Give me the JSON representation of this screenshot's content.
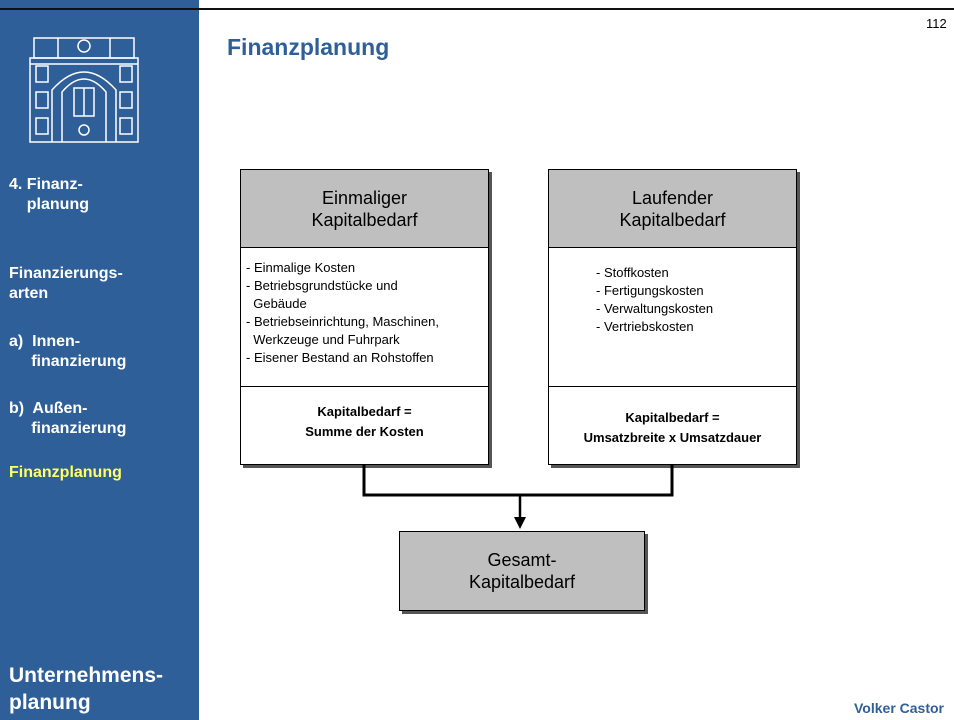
{
  "page_number": "112",
  "title": "Finanzplanung",
  "author": "Volker Castor",
  "sidebar": {
    "logo": "building-facade-logo",
    "items": [
      {
        "label": "4. Finanz-\n    planung",
        "active": false
      },
      {
        "label": "Finanzierungs-\narten",
        "active": false
      },
      {
        "label": "a)  Innen-\n     finanzierung",
        "active": false
      },
      {
        "label": "b)  Außen-\n     finanzierung",
        "active": false
      },
      {
        "label": "Finanzplanung",
        "active": true
      }
    ],
    "bottom_label": "Unternehmens-\nplanung"
  },
  "diagram": {
    "left_box": {
      "title_line1": "Einmaliger",
      "title_line2": "Kapitalbedarf",
      "items": "- Einmalige Kosten\n- Betriebsgrundstücke und\n  Gebäude\n- Betriebseinrichtung, Maschinen,\n  Werkzeuge und Fuhrpark\n- Eisener Bestand an Rohstoffen",
      "formula_line1": "Kapitalbedarf =",
      "formula_line2": "Summe der Kosten"
    },
    "right_box": {
      "title_line1": "Laufender",
      "title_line2": "Kapitalbedarf",
      "items": "- Stoffkosten\n- Fertigungskosten\n- Verwaltungskosten\n- Vertriebskosten",
      "formula_line1": "Kapitalbedarf =",
      "formula_line2": "Umsatzbreite x Umsatzdauer"
    },
    "result_box": {
      "title_line1": "Gesamt-",
      "title_line2": "Kapitalbedarf"
    },
    "colors": {
      "sidebar": "#2f5f98",
      "active_item": "#ffff66",
      "box_header": "#bfbfbf"
    }
  }
}
